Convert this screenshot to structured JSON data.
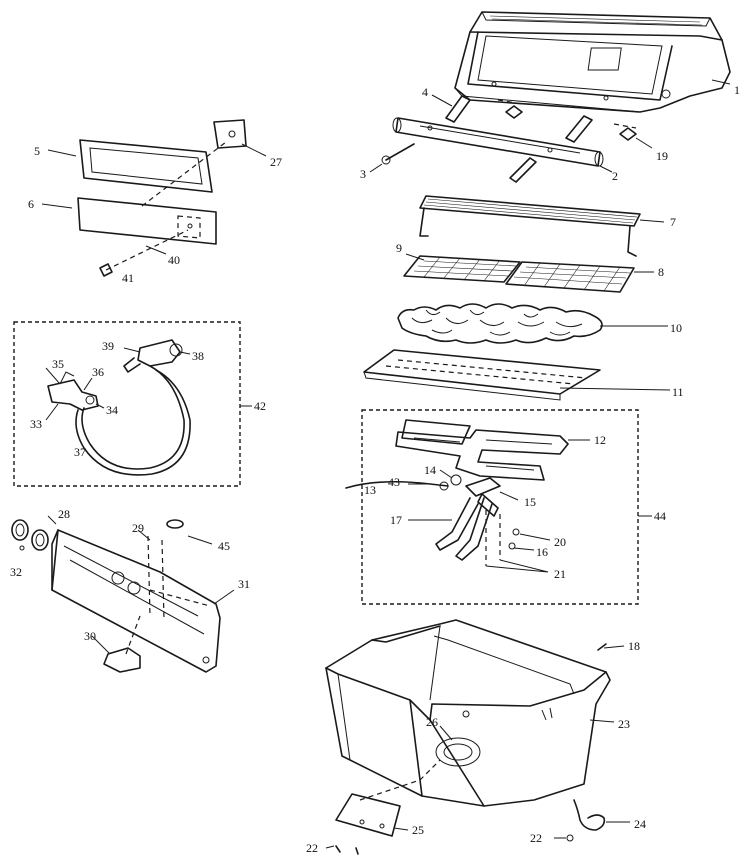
{
  "labels": {
    "l1": "1",
    "l2": "2",
    "l3": "3",
    "l4": "4",
    "l5": "5",
    "l6": "6",
    "l7": "7",
    "l8": "8",
    "l9": "9",
    "l10": "10",
    "l11": "11",
    "l12": "12",
    "l13": "13",
    "l14": "14",
    "l15": "15",
    "l16": "16",
    "l17": "17",
    "l18": "18",
    "l19": "19",
    "l20": "20",
    "l21": "21",
    "l22a": "22",
    "l22b": "22",
    "l23": "23",
    "l24": "24",
    "l25": "25",
    "l26": "26",
    "l27": "27",
    "l28": "28",
    "l29": "29",
    "l30": "30",
    "l31": "31",
    "l32": "32",
    "l33": "33",
    "l34": "34",
    "l35": "35",
    "l36": "36",
    "l37": "37",
    "l38": "38",
    "l39": "39",
    "l40": "40",
    "l41": "41",
    "l42": "42",
    "l43": "43",
    "l44": "44",
    "l45": "45"
  }
}
